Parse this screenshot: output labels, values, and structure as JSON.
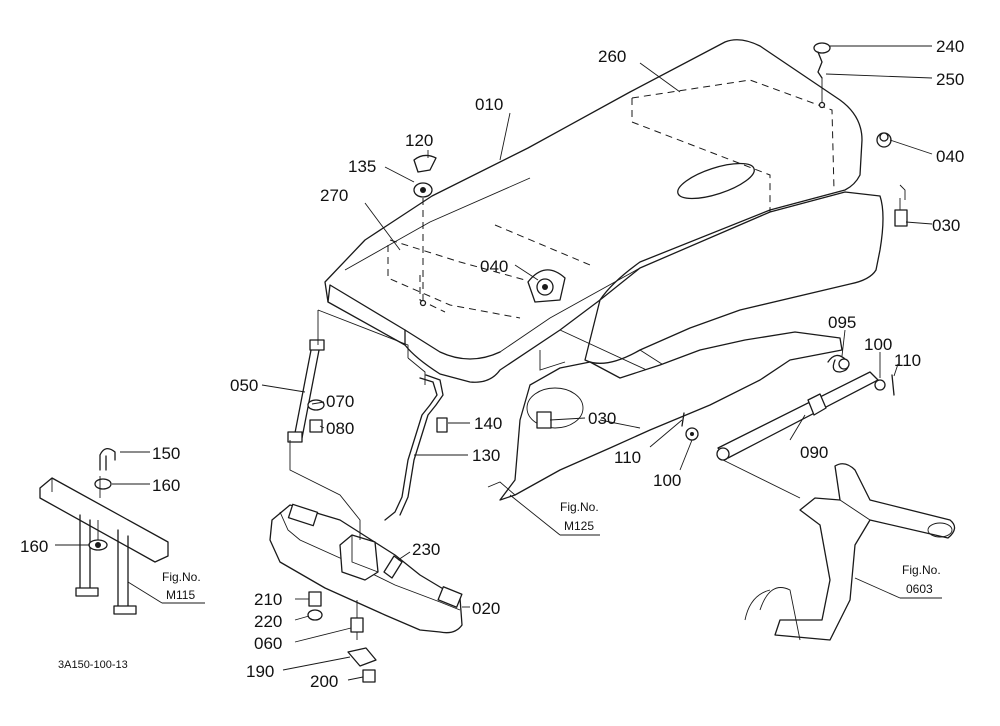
{
  "diagram": {
    "drawing_code": "3A150-100-13",
    "part_labels": [
      "010",
      "260",
      "240",
      "250",
      "040",
      "030",
      "120",
      "135",
      "270",
      "040",
      "050",
      "070",
      "080",
      "140",
      "030",
      "095",
      "100",
      "110",
      "110",
      "100",
      "090",
      "130",
      "150",
      "160",
      "160",
      "230",
      "210",
      "220",
      "060",
      "020",
      "190",
      "200"
    ],
    "references": [
      {
        "line1": "Fig.No.",
        "line2": "M125"
      },
      {
        "line1": "Fig.No.",
        "line2": "M115"
      },
      {
        "line1": "Fig.No.",
        "line2": "0603"
      }
    ]
  }
}
